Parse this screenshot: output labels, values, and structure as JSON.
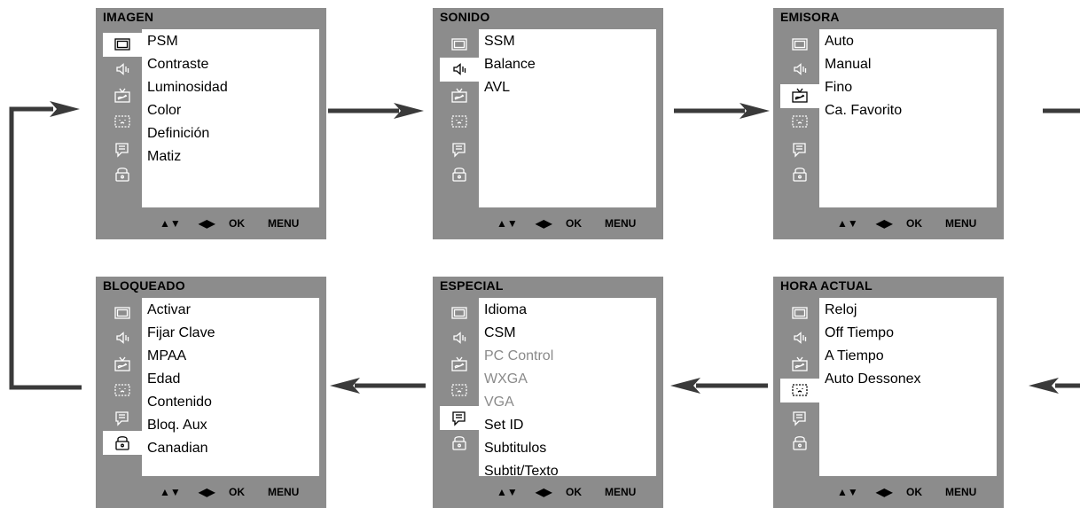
{
  "footer": {
    "nav_updown": "▲▼",
    "nav_leftright": "◀▶",
    "ok": "OK",
    "menu": "MENU"
  },
  "menus": [
    {
      "title": "IMAGEN",
      "active_tab": 0,
      "items": [
        {
          "label": "PSM",
          "enabled": true
        },
        {
          "label": "Contraste",
          "enabled": true
        },
        {
          "label": "Luminosidad",
          "enabled": true
        },
        {
          "label": "Color",
          "enabled": true
        },
        {
          "label": "Definición",
          "enabled": true
        },
        {
          "label": "Matiz",
          "enabled": true
        }
      ]
    },
    {
      "title": "SONIDO",
      "active_tab": 1,
      "items": [
        {
          "label": "SSM",
          "enabled": true
        },
        {
          "label": "Balance",
          "enabled": true
        },
        {
          "label": "AVL",
          "enabled": true
        }
      ]
    },
    {
      "title": "EMISORA",
      "active_tab": 2,
      "items": [
        {
          "label": "Auto",
          "enabled": true
        },
        {
          "label": "Manual",
          "enabled": true
        },
        {
          "label": "Fino",
          "enabled": true
        },
        {
          "label": "Ca. Favorito",
          "enabled": true
        }
      ]
    },
    {
      "title": "BLOQUEADO",
      "active_tab": 6,
      "items": [
        {
          "label": "Activar",
          "enabled": true
        },
        {
          "label": "Fijar Clave",
          "enabled": true
        },
        {
          "label": "MPAA",
          "enabled": true
        },
        {
          "label": "Edad",
          "enabled": true
        },
        {
          "label": "Contenido",
          "enabled": true
        },
        {
          "label": "Bloq. Aux",
          "enabled": true
        },
        {
          "label": "Canadian",
          "enabled": true
        }
      ]
    },
    {
      "title": "ESPECIAL",
      "active_tab": 5,
      "items": [
        {
          "label": "Idioma",
          "enabled": true
        },
        {
          "label": "CSM",
          "enabled": true
        },
        {
          "label": "PC Control",
          "enabled": false
        },
        {
          "label": "WXGA",
          "enabled": false
        },
        {
          "label": "VGA",
          "enabled": false
        },
        {
          "label": "Set ID",
          "enabled": true
        },
        {
          "label": "Subtitulos",
          "enabled": true
        },
        {
          "label": "Subtit/Texto",
          "enabled": true
        }
      ]
    },
    {
      "title": "HORA ACTUAL",
      "active_tab": 4,
      "items": [
        {
          "label": "Reloj",
          "enabled": true
        },
        {
          "label": "Off Tiempo",
          "enabled": true
        },
        {
          "label": "A Tiempo",
          "enabled": true
        },
        {
          "label": "Auto Dessonex",
          "enabled": true
        }
      ]
    }
  ],
  "tab_icons": [
    "picture-icon",
    "speaker-icon",
    "tv-antenna-icon",
    "clock-screen-icon",
    "caption-icon",
    "lock-icon"
  ],
  "colors": {
    "frame": "#8c8c8c",
    "panel": "#ffffff",
    "disabled_text": "#8a8a8a",
    "arrow": "#3a3a3a"
  }
}
